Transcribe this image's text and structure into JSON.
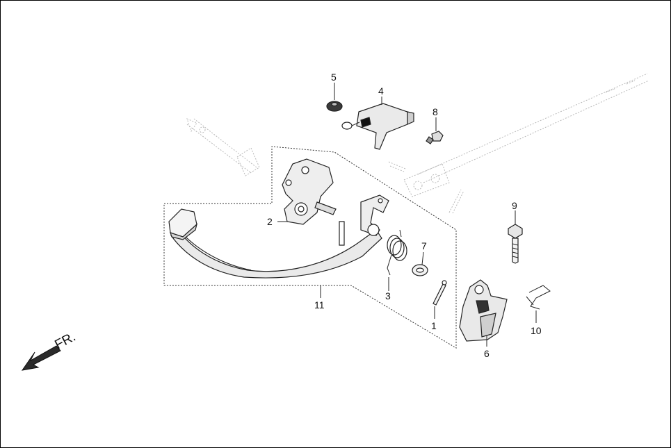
{
  "diagram": {
    "direction_label": "FR.",
    "callouts": [
      {
        "id": "c1",
        "label": "1"
      },
      {
        "id": "c2",
        "label": "2"
      },
      {
        "id": "c3",
        "label": "3"
      },
      {
        "id": "c4",
        "label": "4"
      },
      {
        "id": "c5",
        "label": "5"
      },
      {
        "id": "c6",
        "label": "6"
      },
      {
        "id": "c7",
        "label": "7"
      },
      {
        "id": "c8",
        "label": "8"
      },
      {
        "id": "c9",
        "label": "9"
      },
      {
        "id": "c10",
        "label": "10"
      },
      {
        "id": "c11",
        "label": "11"
      }
    ]
  }
}
